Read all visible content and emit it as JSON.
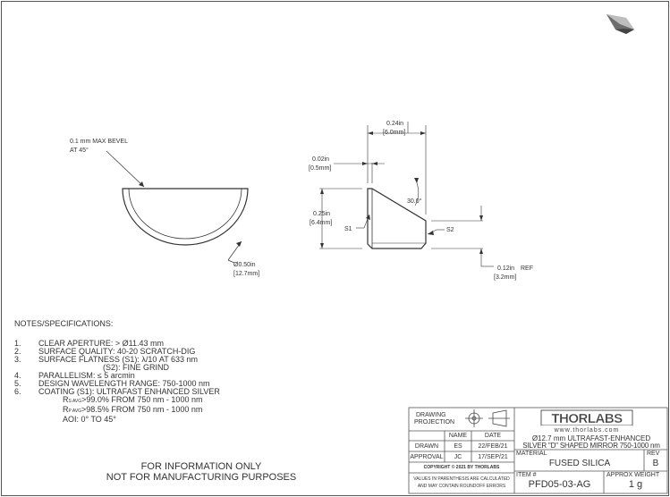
{
  "dims": {
    "bevel_l1": "0.1 mm MAX BEVEL",
    "bevel_l2": "AT 45°",
    "dia_in": "Ø0.50in",
    "dia_mm": "[12.7mm]",
    "w_in": "0.24in",
    "w_mm": "[6.0mm]",
    "t_in": "0.02in",
    "t_mm": "[0.5mm]",
    "h_in": "0.25in",
    "h_mm": "[6.4mm]",
    "angle": "30.0°",
    "s1": "S1",
    "s2": "S2",
    "r_in": "0.12in",
    "r_ref": "REF",
    "r_mm": "[3.2mm]"
  },
  "notes": {
    "title": "NOTES/SPECIFICATIONS:",
    "items": [
      {
        "num": "1.",
        "text": "CLEAR APERTURE: > Ø11.43 mm"
      },
      {
        "num": "2.",
        "text": "SURFACE QUALITY: 40-20 SCRATCH-DIG"
      },
      {
        "num": "3.",
        "text": "SURFACE FLATNESS (S1): λ/10 AT 633 nm"
      },
      {
        "num": "",
        "text": "(S2): FINE GRIND"
      },
      {
        "num": "4.",
        "text": "PARALLELISM: ≤ 5 arcmin"
      },
      {
        "num": "5.",
        "text": "DESIGN WAVELENGTH RANGE: 750-1000 nm"
      },
      {
        "num": "6.",
        "text": "COATING (S1): ULTRAFAST ENHANCED SILVER"
      }
    ],
    "r_s": "R",
    "r_s_sub": "S AVG",
    "r_s_val": ">99.0% FROM 750 nm - 1000 nm",
    "r_p": "R",
    "r_p_sub": "P AVG",
    "r_p_val": ">98.5% FROM 750 nm - 1000 nm",
    "aoi": "AOI: 0° TO 45°"
  },
  "footer": {
    "line1": "FOR INFORMATION ONLY",
    "line2": "NOT FOR MANUFACTURING PURPOSES"
  },
  "title_block": {
    "projection_l1": "DRAWING",
    "projection_l2": "PROJECTION",
    "brand": "THORLABS",
    "website": "www.thorlabs.com",
    "col_name": "NAME",
    "col_date": "DATE",
    "drawn_label": "DRAWN",
    "drawn_name": "ES",
    "drawn_date": "22/FEB/21",
    "approval_label": "APPROVAL",
    "approval_name": "JC",
    "approval_date": "17/SEP/21",
    "copyright": "COPYRIGHT © 2021 BY THORLABS",
    "disclaimer_l1": "VALUES IN PARENTHESIS ARE CALCULATED",
    "disclaimer_l2": "AND MAY CONTAIN ROUNDOFF ERRORS",
    "desc_l1": "Ø12.7 mm ULTRAFAST-ENHANCED",
    "desc_l2": "SILVER \"D\" SHAPED MIRROR 750-1000 nm",
    "material_label": "MATERIAL",
    "material": "FUSED SILICA",
    "rev_label": "REV",
    "rev": "B",
    "item_label": "ITEM #",
    "item": "PFD05-03-AG",
    "weight_label": "APPROX WEIGHT",
    "weight": "1 g"
  }
}
